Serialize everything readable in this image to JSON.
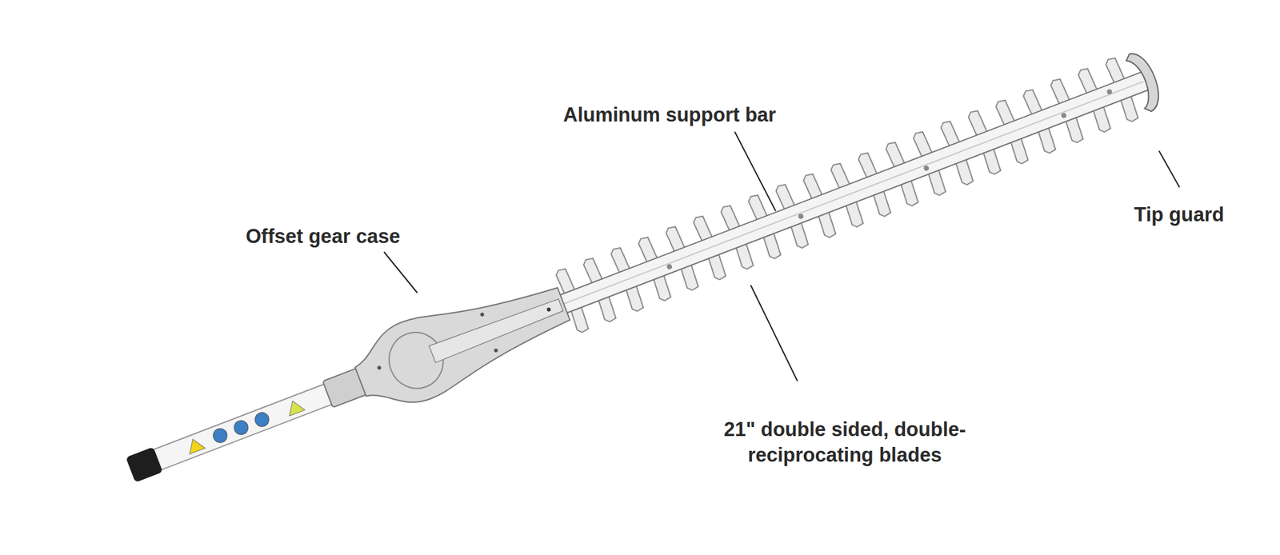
{
  "diagram": {
    "labels": [
      "Aluminum support bar",
      "Offset gear case",
      "21\" double sided, double-reciprocating blades",
      "Tip guard"
    ]
  }
}
